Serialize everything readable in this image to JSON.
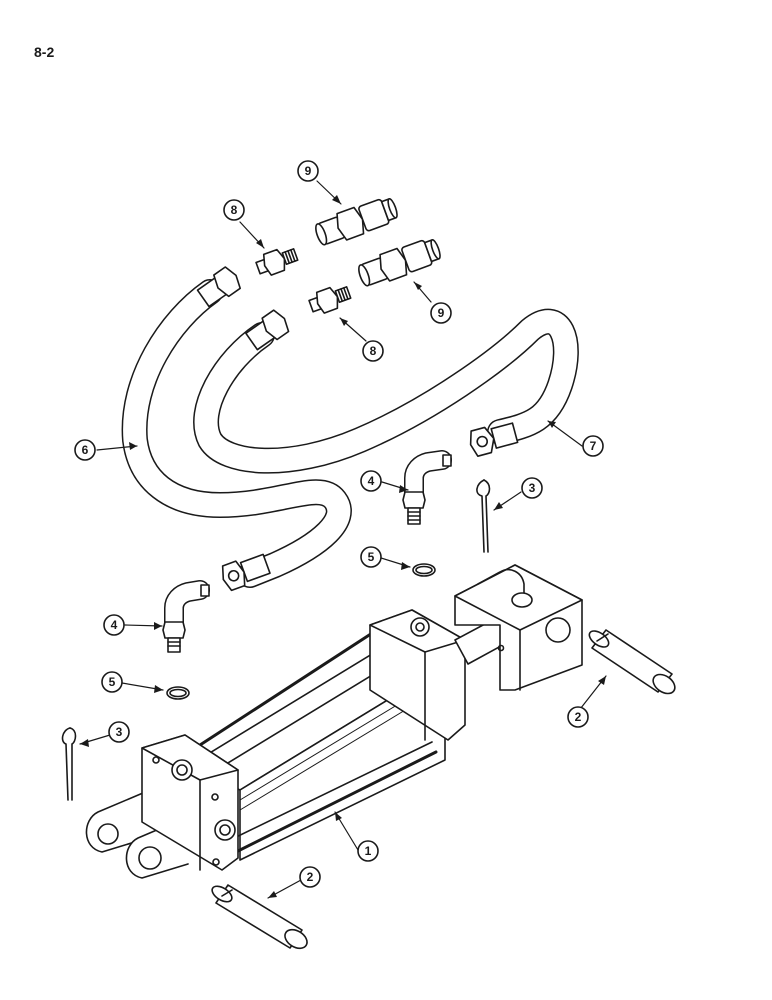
{
  "page_number": "8-2",
  "callouts": [
    {
      "id": "c9a",
      "label": "9"
    },
    {
      "id": "c8a",
      "label": "8"
    },
    {
      "id": "c9b",
      "label": "9"
    },
    {
      "id": "c8b",
      "label": "8"
    },
    {
      "id": "c6",
      "label": "6"
    },
    {
      "id": "c7",
      "label": "7"
    },
    {
      "id": "c4a",
      "label": "4"
    },
    {
      "id": "c3a",
      "label": "3"
    },
    {
      "id": "c5a",
      "label": "5"
    },
    {
      "id": "c4b",
      "label": "4"
    },
    {
      "id": "c5b",
      "label": "5"
    },
    {
      "id": "c3b",
      "label": "3"
    },
    {
      "id": "c2a",
      "label": "2"
    },
    {
      "id": "c1",
      "label": "1"
    },
    {
      "id": "c2b",
      "label": "2"
    }
  ]
}
